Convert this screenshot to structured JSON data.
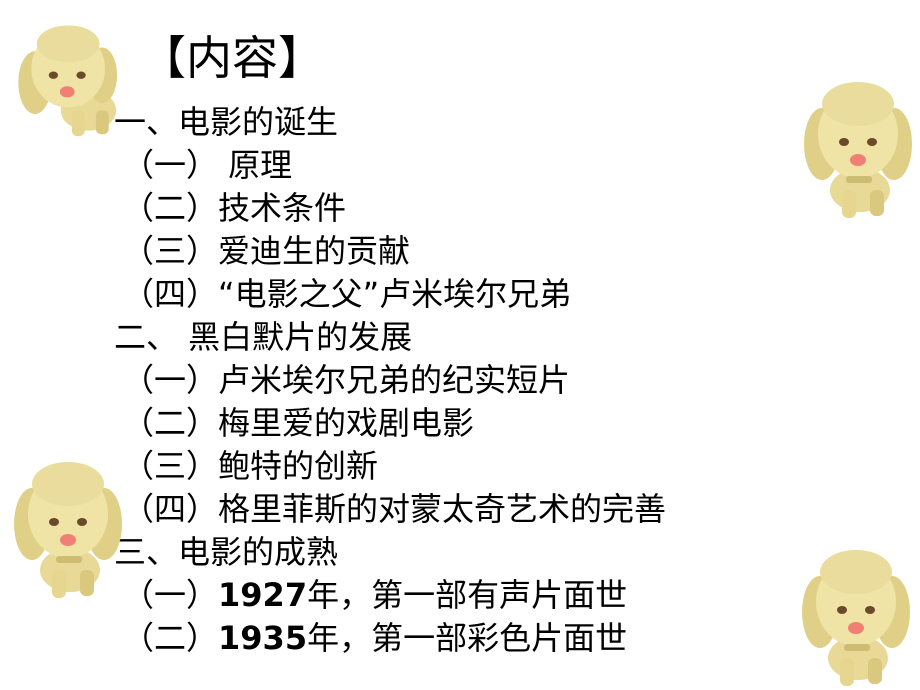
{
  "slide": {
    "title": "【内容】",
    "items": [
      {
        "text": "一、电影的诞生"
      },
      {
        "text": "（一） 原理"
      },
      {
        "text": "（二）技术条件"
      },
      {
        "text": "（三）爱迪生的贡献"
      },
      {
        "text": "（四）“电影之父”卢米埃尔兄弟"
      },
      {
        "text": "二、 黑白默片的发展"
      },
      {
        "text": "（一）卢米埃尔兄弟的纪实短片"
      },
      {
        "text": "（二）梅里爱的戏剧电影"
      },
      {
        "text": "（三）鲍特的创新"
      },
      {
        "text": "（四）格里菲斯的对蒙太奇艺术的完善"
      },
      {
        "text": "三、电影的成熟"
      },
      {
        "pre": "（一）",
        "num": "1927",
        "post": "年，第一部有声片面世"
      },
      {
        "pre": "（二）",
        "num": "1935",
        "post": "年，第一部彩色片面世"
      }
    ]
  },
  "decorations": {
    "dog_icon": "cartoon-puppy-icon",
    "colors": {
      "fur": "#efe3a6",
      "shade": "#cdbd74",
      "nose": "#f07f74",
      "eye": "#6b4a2a"
    }
  }
}
